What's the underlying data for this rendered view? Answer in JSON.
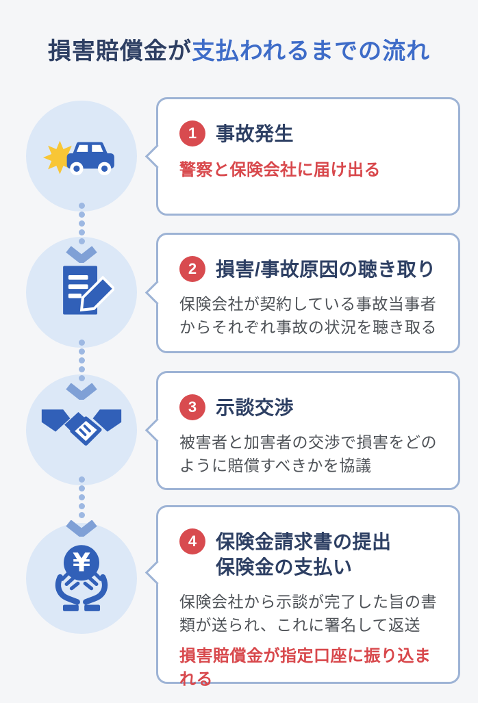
{
  "title": {
    "part_dark": "損害賠償金が",
    "part_blue": "支払われるまでの流れ"
  },
  "steps": [
    {
      "number": "1",
      "title": "事故発生",
      "note": "警察と保険会社に届け出る",
      "icon": "car-crash-icon"
    },
    {
      "number": "2",
      "title": "損害/事故原因の聴き取り",
      "body": "保険会社が契約している事故当事者からそれぞれ事故の状況を聴き取る",
      "icon": "document-pencil-icon"
    },
    {
      "number": "3",
      "title": "示談交渉",
      "body": "被害者と加害者の交渉で損害をどのように賠償すべきかを協議",
      "icon": "handshake-icon"
    },
    {
      "number": "4",
      "title": "保険金請求書の提出",
      "title2": "保険金の支払い",
      "body": "保険会社から示談が完了した旨の書類が送られ、これに署名して返送",
      "note": "損害賠償金が指定口座に振り込まれる",
      "icon": "yen-coin-hands-icon"
    }
  ],
  "colors": {
    "background": "#f5f6f8",
    "title_dark": "#2e3f63",
    "title_blue": "#3e6cc8",
    "card_border": "#9db3d5",
    "card_bg": "#ffffff",
    "circle_bg": "#dce8f7",
    "icon_blue": "#3160b8",
    "star_yellow": "#f8c636",
    "badge_red": "#d84b4f",
    "note_red": "#d8484c",
    "body_text": "#4e5257",
    "arrow_dot": "#9db8e2",
    "arrow_chevron": "#7fa0d6"
  }
}
